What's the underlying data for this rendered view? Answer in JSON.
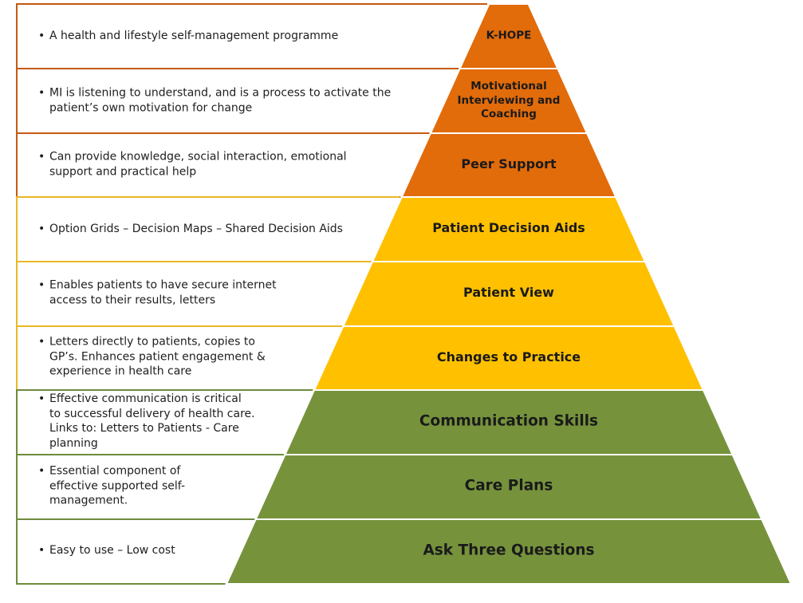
{
  "diagram": {
    "colors": {
      "orange": "#E26B0A",
      "orange_border": "#C55A11",
      "yellow": "#FFC000",
      "yellow_border": "#E8B824",
      "green": "#76933C",
      "green_border": "#6E8B3D"
    },
    "tiers": [
      {
        "label": "K-HOPE",
        "color": "orange",
        "description": [
          "A health and lifestyle self-management programme"
        ]
      },
      {
        "label": "Motivational Interviewing and Coaching",
        "color": "orange",
        "description": [
          "MI is listening to understand,  and is a process to activate the patient’s own motivation for change"
        ]
      },
      {
        "label": "Peer Support",
        "color": "orange",
        "description": [
          "Can provide knowledge, social interaction, emotional support and practical help"
        ]
      },
      {
        "label": "Patient Decision Aids",
        "color": "yellow",
        "description": [
          "Option Grids – Decision Maps – Shared Decision Aids"
        ]
      },
      {
        "label": "Patient View",
        "color": "yellow",
        "description": [
          "Enables patients to have secure internet access to their results,  letters"
        ]
      },
      {
        "label": "Changes to Practice",
        "color": "yellow",
        "description": [
          "Letters directly to patients, copies to GP’s. Enhances patient engagement & experience in health care"
        ]
      },
      {
        "label": "Communication Skills",
        "color": "green",
        "description": [
          "Effective communication is critical to successful delivery of health care. Links to: Letters to Patients -  Care planning"
        ]
      },
      {
        "label": "Care Plans",
        "color": "green",
        "description": [
          "Essential component of effective supported self-management."
        ]
      },
      {
        "label": "Ask Three Questions",
        "color": "green",
        "description": [
          "Easy to use – Low cost"
        ]
      }
    ]
  }
}
